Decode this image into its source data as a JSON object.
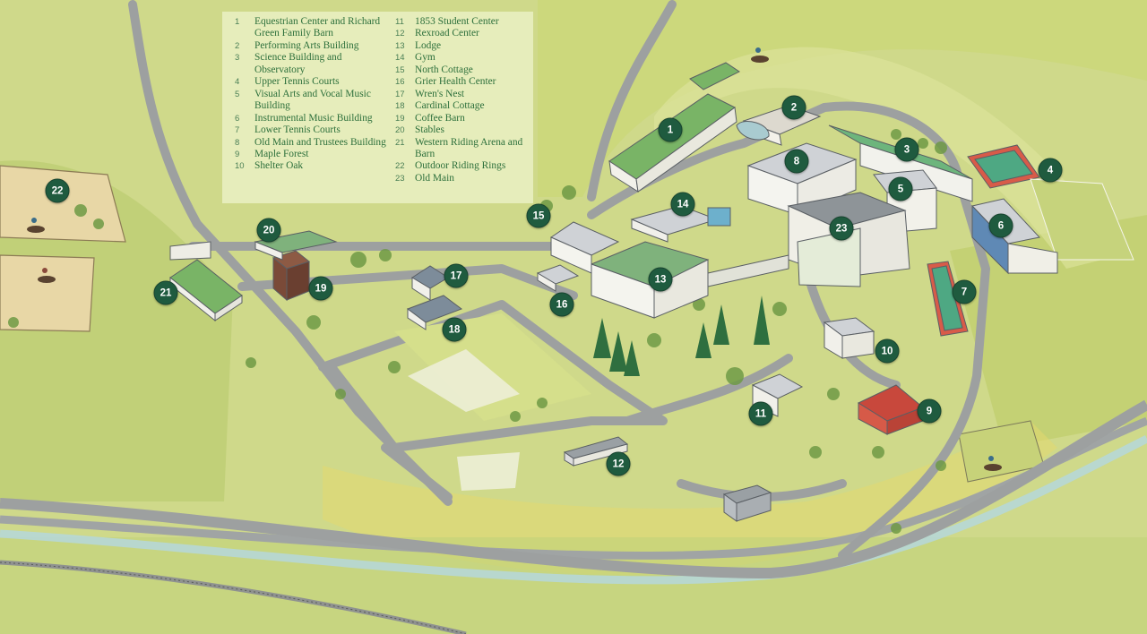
{
  "legend": {
    "items": [
      {
        "num": "1",
        "label": "Equestrian Center and Richard Green Family Barn"
      },
      {
        "num": "2",
        "label": "Performing Arts Building"
      },
      {
        "num": "3",
        "label": "Science Building and Observatory"
      },
      {
        "num": "4",
        "label": "Upper Tennis Courts"
      },
      {
        "num": "5",
        "label": "Visual Arts and Vocal Music Building"
      },
      {
        "num": "6",
        "label": "Instrumental Music Building"
      },
      {
        "num": "7",
        "label": "Lower Tennis Courts"
      },
      {
        "num": "8",
        "label": "Old Main and Trustees Building"
      },
      {
        "num": "9",
        "label": "Maple Forest"
      },
      {
        "num": "10",
        "label": "Shelter Oak"
      },
      {
        "num": "11",
        "label": "1853 Student Center"
      },
      {
        "num": "12",
        "label": "Rexroad Center"
      },
      {
        "num": "13",
        "label": "Lodge"
      },
      {
        "num": "14",
        "label": "Gym"
      },
      {
        "num": "15",
        "label": "North Cottage"
      },
      {
        "num": "16",
        "label": "Grier Health Center"
      },
      {
        "num": "17",
        "label": "Wren's Nest"
      },
      {
        "num": "18",
        "label": "Cardinal Cottage"
      },
      {
        "num": "19",
        "label": "Coffee Barn"
      },
      {
        "num": "20",
        "label": "Stables"
      },
      {
        "num": "21",
        "label": "Western Riding Arena and Barn"
      },
      {
        "num": "22",
        "label": "Outdoor Riding Rings"
      },
      {
        "num": "23",
        "label": "Old Main"
      }
    ]
  },
  "markers": [
    "1",
    "2",
    "3",
    "4",
    "5",
    "6",
    "7",
    "8",
    "9",
    "10",
    "11",
    "12",
    "13",
    "14",
    "15",
    "16",
    "17",
    "18",
    "19",
    "20",
    "21",
    "22",
    "23"
  ],
  "colors": {
    "grass": "#cfd98a",
    "grass_dark": "#b9c96a",
    "road": "#9da0a0",
    "marker": "#1f5b3f",
    "legend_text": "#2c6f3b",
    "water": "#b6d7d6"
  }
}
